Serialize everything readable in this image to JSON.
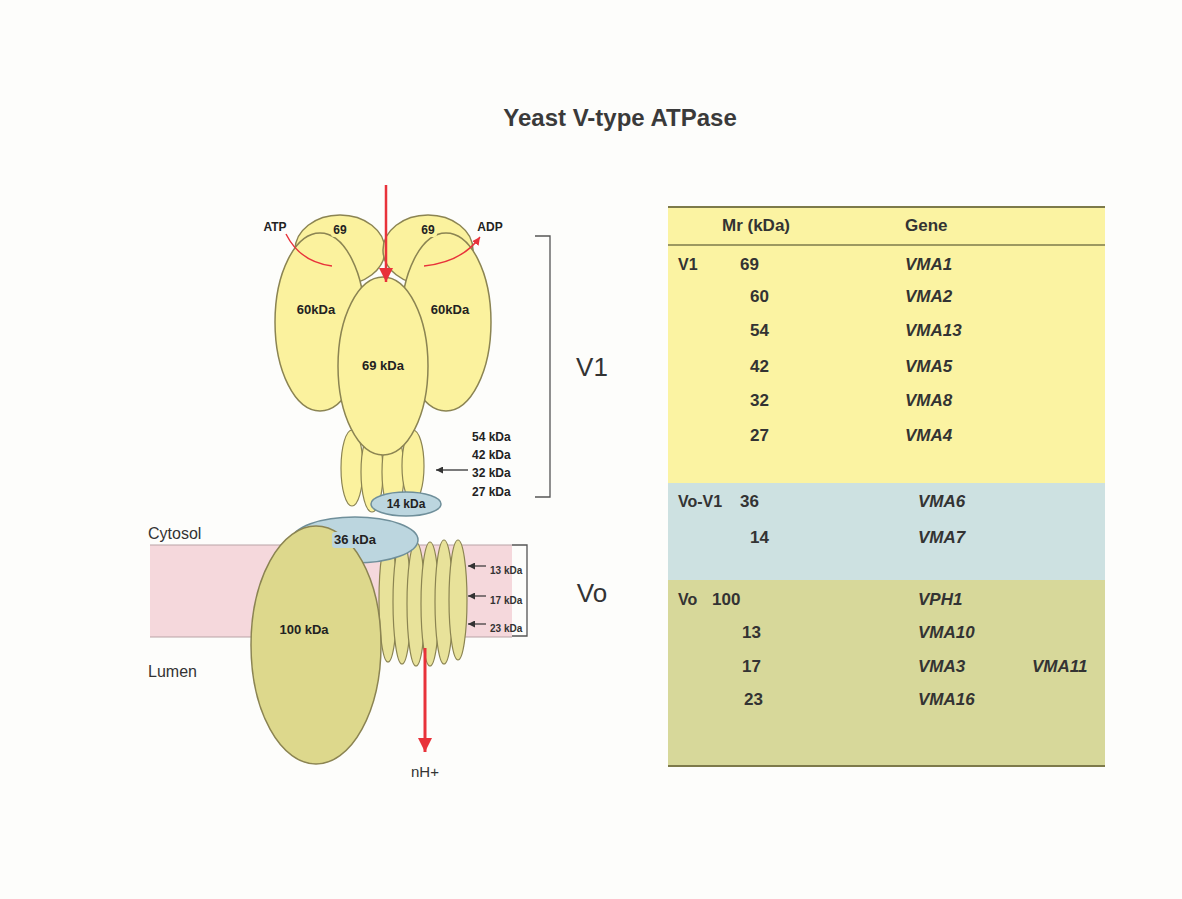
{
  "diagram": {
    "title": "Yeast V-type ATPase",
    "nodes": [
      {
        "text": [
          "69"
        ]
      },
      {
        "text": [
          "69"
        ]
      },
      {
        "text": [
          "60kDa"
        ]
      },
      {
        "text": [
          "60kDa"
        ]
      },
      {
        "text": [
          "69 kDa"
        ]
      },
      {
        "text": [
          "14 kDa"
        ]
      },
      {
        "text": [
          "36 kDa"
        ]
      },
      {
        "text": [
          "100 kDa"
        ]
      }
    ],
    "labels": [
      "ATP",
      "ADP",
      "54 kDa",
      "42 kDa",
      "32 kDa",
      "27 kDa",
      "V1",
      "Cytosol",
      "13 kDa",
      "17 kDa",
      "23 kDa",
      "Vo",
      "Lumen",
      "nH+",
      "Mr (kDa)",
      "Gene",
      "V1",
      "69",
      "VMA1",
      "60",
      "VMA2",
      "54",
      "VMA13",
      "42",
      "VMA5",
      "32",
      "VMA8",
      "27",
      "VMA4",
      "Vo-V1",
      "36",
      "VMA6",
      "14",
      "VMA7",
      "Vo",
      "100",
      "VPH1",
      "13",
      "VMA10",
      "17",
      "VMA3",
      "VMA11",
      "23",
      "VMA16"
    ]
  }
}
